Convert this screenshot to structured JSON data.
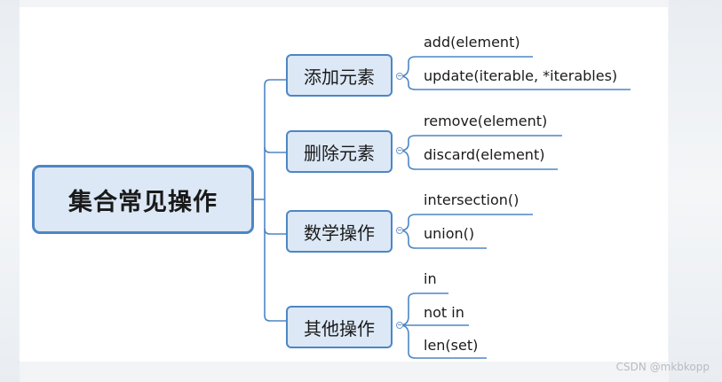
{
  "root": {
    "label": "集合常见操作"
  },
  "branches": [
    {
      "label": "添加元素",
      "leaves": [
        "add(element)",
        "update(iterable, *iterables)"
      ]
    },
    {
      "label": "删除元素",
      "leaves": [
        "remove(element)",
        "discard(element)"
      ]
    },
    {
      "label": "数学操作",
      "leaves": [
        "intersection()",
        "union()"
      ]
    },
    {
      "label": "其他操作",
      "leaves": [
        "in",
        "not in",
        "len(set)"
      ]
    }
  ],
  "watermark": "CSDN @mkbkopp",
  "colors": {
    "node_border": "#4d86c4",
    "node_fill": "#dce8f6",
    "line": "#4d86c4"
  }
}
